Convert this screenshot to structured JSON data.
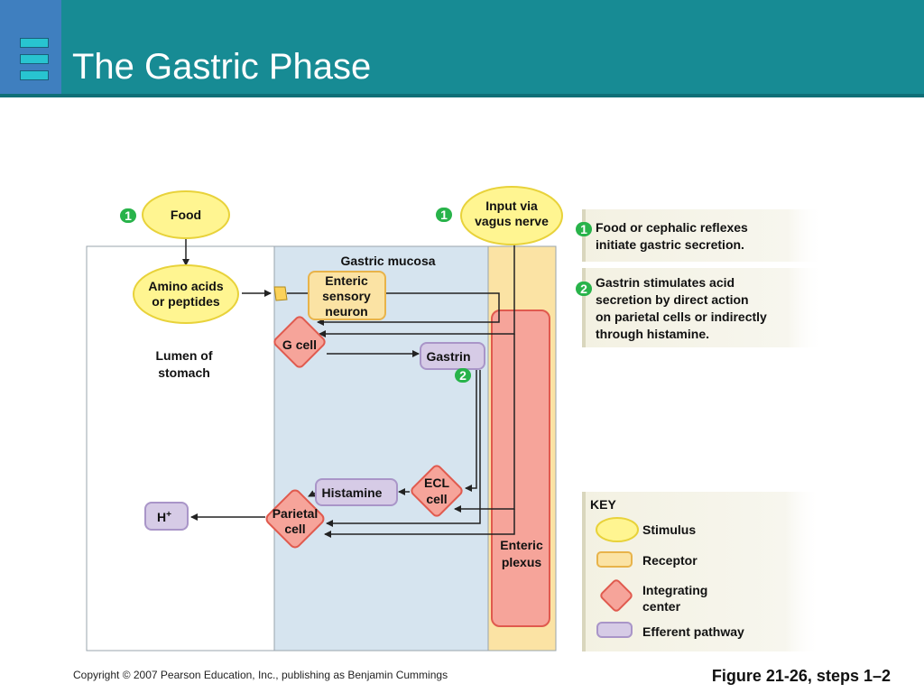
{
  "title": "The Gastric Phase",
  "diagram": {
    "regions": {
      "mucosa": "Gastric mucosa",
      "lumen_line1": "Lumen of",
      "lumen_line2": "stomach",
      "plexus_line1": "Enteric",
      "plexus_line2": "plexus"
    },
    "nodes": {
      "food": "Food",
      "input_line1": "Input via",
      "input_line2": "vagus nerve",
      "amino_line1": "Amino acids",
      "amino_line2": "or peptides",
      "neuron_line1": "Enteric",
      "neuron_line2": "sensory",
      "neuron_line3": "neuron",
      "gcell": "G cell",
      "gastrin": "Gastrin",
      "histamine": "Histamine",
      "ecl_line1": "ECL",
      "ecl_line2": "cell",
      "parietal_line1": "Parietal",
      "parietal_line2": "cell",
      "h_plus": "H",
      "h_plus_sup": "+"
    },
    "step_badges": {
      "food": "1",
      "vagus": "1",
      "gastrin": "2"
    }
  },
  "steps": [
    {
      "number": "1",
      "line1": "Food or cephalic reflexes",
      "line2": "initiate gastric secretion."
    },
    {
      "number": "2",
      "line1": "Gastrin stimulates acid",
      "line2": "secretion by direct action",
      "line3": "on parietal cells or indirectly",
      "line4": "through histamine."
    }
  ],
  "key": {
    "title": "KEY",
    "stimulus": "Stimulus",
    "receptor": "Receptor",
    "integrating_line1": "Integrating",
    "integrating_line2": "center",
    "efferent": "Efferent pathway"
  },
  "colors": {
    "header": "#178b94",
    "stimulus_fill": "#fff591",
    "receptor_fill": "#fbe3a4",
    "integrating_fill": "#f6a49a",
    "efferent_fill": "#d6cbe6",
    "mucosa_fill": "#d6e4ef",
    "plexus_fill": "#fbe3a4",
    "badge_green": "#28b34a"
  },
  "footer": {
    "copyright": "Copyright © 2007 Pearson Education, Inc., publishing as Benjamin Cummings",
    "figure": "Figure 21-26, steps 1–2"
  }
}
